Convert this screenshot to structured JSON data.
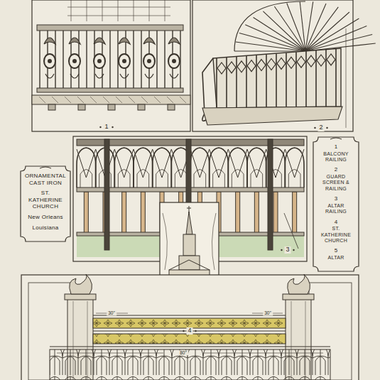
{
  "diagram": {
    "nodes": [
      {
        "text": [
          "ORNAMENTAL CAST IRON",
          "ST. KATHERINE CHURCH",
          "New Orleans",
          "Louisiana"
        ]
      },
      {
        "text": [
          "1",
          "BALCONY RAILING",
          "2",
          "GUARD SCREEN & RAILING",
          "3",
          "ALTAR RAILING",
          "4",
          "ST. KATHERINE CHURCH",
          "5",
          "ALTAR"
        ]
      }
    ],
    "edges": [],
    "labels": [
      "1",
      "2",
      "3",
      "4",
      "30\"",
      "30\"",
      "80\""
    ]
  }
}
